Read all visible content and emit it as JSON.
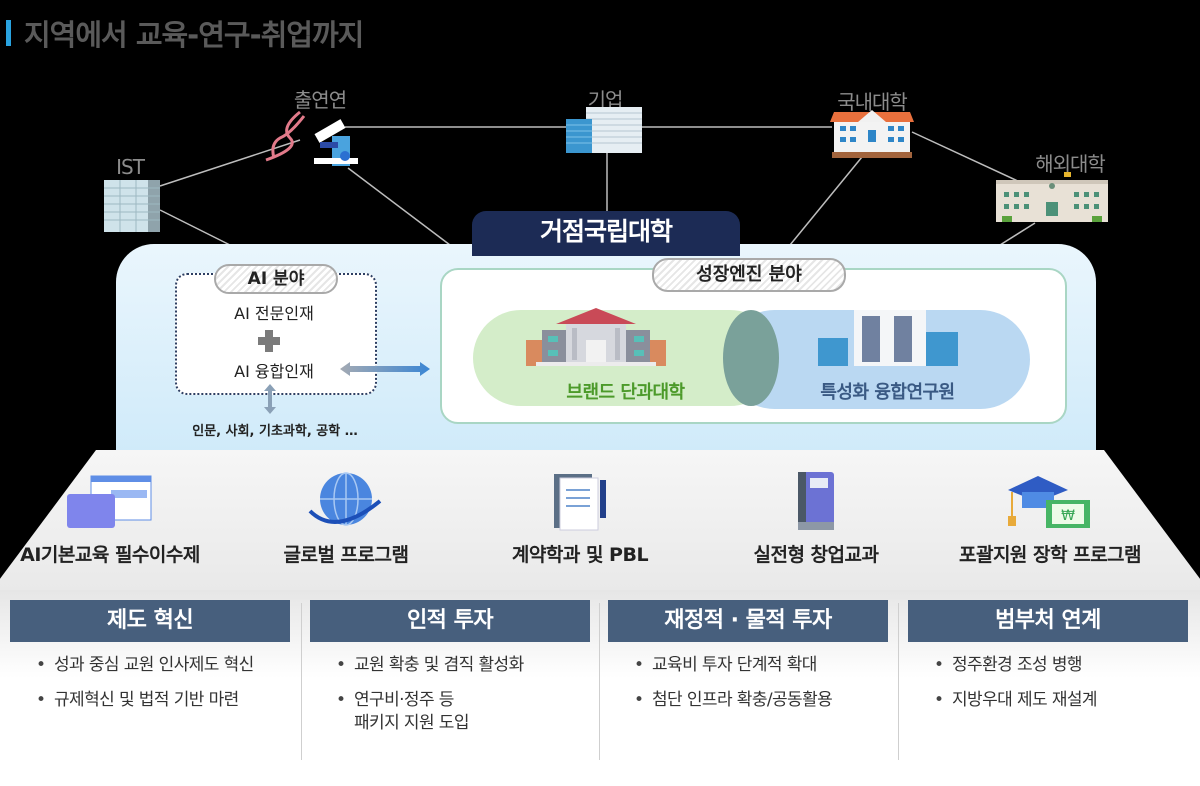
{
  "title": "지역에서 교육-연구-취업까지",
  "colors": {
    "accent": "#29a3e0",
    "hub": "#1c2b55",
    "column_header": "#475f7d",
    "green_capsule": "#d4edc9",
    "blue_capsule": "#bad8f2"
  },
  "network": {
    "nodes": [
      {
        "id": "ist",
        "label": "IST",
        "icon": "office-building-icon"
      },
      {
        "id": "chulyeonyeon",
        "label": "출연연",
        "icon": "microscope-dna-icon"
      },
      {
        "id": "company",
        "label": "기업",
        "icon": "skyscrapers-icon"
      },
      {
        "id": "domestic",
        "label": "국내대학",
        "icon": "school-building-icon"
      },
      {
        "id": "overseas",
        "label": "해외대학",
        "icon": "classical-university-icon"
      }
    ],
    "hub": "거점국립대학"
  },
  "ai_field": {
    "title": "AI 분야",
    "line1": "AI 전문인재",
    "line2": "AI 융합인재",
    "fields": "인문, 사회, 기초과학, 공학 …"
  },
  "growth_engine": {
    "title": "성장엔진 분야",
    "left": "브랜드 단과대학",
    "right": "특성화 융합연구원"
  },
  "programs": [
    {
      "label": "AI기본교육 필수이수제",
      "icon": "schedule-table-icon"
    },
    {
      "label": "글로벌 프로그램",
      "icon": "globe-icon"
    },
    {
      "label": "계약학과 및 PBL",
      "icon": "contract-document-icon"
    },
    {
      "label": "실전형 창업교과",
      "icon": "book-icon"
    },
    {
      "label": "포괄지원 장학 프로그램",
      "icon": "graduation-cap-money-icon"
    }
  ],
  "columns": [
    {
      "title": "제도 혁신",
      "items": [
        "성과 중심 교원 인사제도 혁신",
        "규제혁신 및 법적 기반 마련"
      ]
    },
    {
      "title": "인적 투자",
      "items": [
        "교원 확충 및 겸직 활성화",
        "연구비·정주 등\n패키지 지원 도입"
      ]
    },
    {
      "title": "재정적 · 물적 투자",
      "items": [
        "교육비 투자 단계적 확대",
        "첨단 인프라 확충/공동활용"
      ]
    },
    {
      "title": "범부처 연계",
      "items": [
        "정주환경 조성 병행",
        "지방우대 제도 재설계"
      ]
    }
  ]
}
